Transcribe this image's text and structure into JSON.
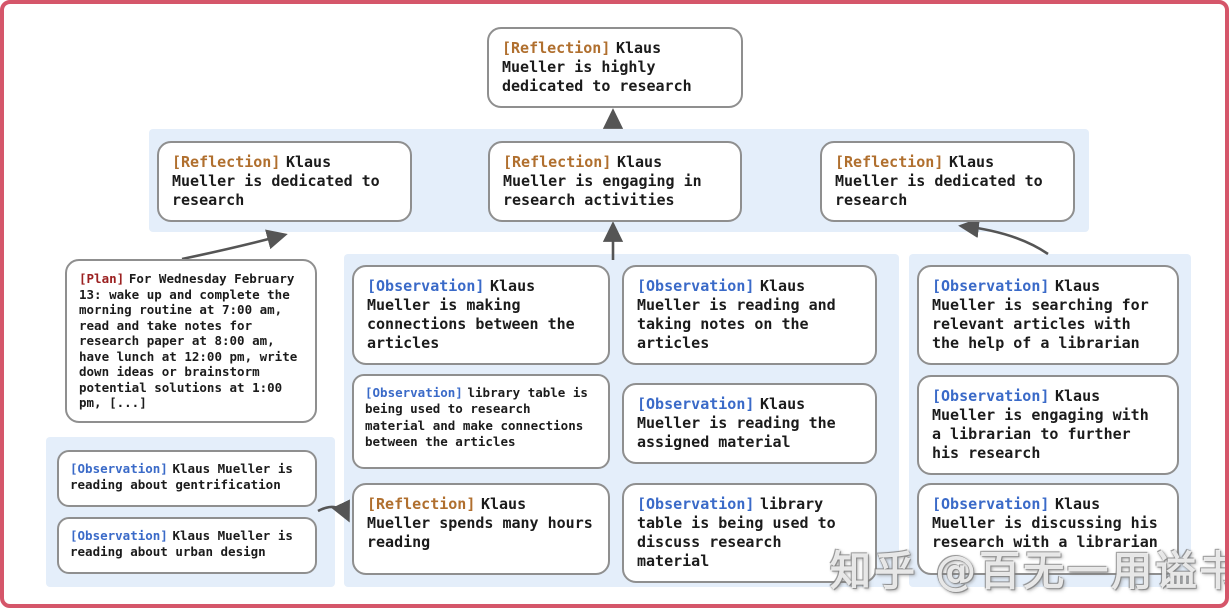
{
  "colors": {
    "frame_border": "#d5566a",
    "band_bg": "#e4eefa",
    "tag_reflection": "#b06f2e",
    "tag_plan": "#9b2020",
    "tag_observation": "#3a6ac8",
    "arrow": "#555555"
  },
  "watermark": {
    "text": "知乎 @百无一用谥书生"
  },
  "nodes": {
    "root": {
      "tag": "[Reflection]",
      "text": "Klaus Mueller is highly dedicated to research"
    },
    "refl_dedicated_left": {
      "tag": "[Reflection]",
      "text": "Klaus Mueller is dedicated to research"
    },
    "refl_engaging": {
      "tag": "[Reflection]",
      "text": "Klaus Mueller is engaging in research activities"
    },
    "refl_dedicated_right": {
      "tag": "[Reflection]",
      "text": "Klaus Mueller is dedicated to research"
    },
    "plan": {
      "tag": "[Plan]",
      "text": "For Wednesday February 13: wake up and complete the morning routine at 7:00 am, read and take notes for research paper at 8:00 am, have lunch at 12:00 pm, write down ideas or brainstorm potential solutions at 1:00 pm, [...]"
    },
    "obs_gentrification": {
      "tag": "[Observation]",
      "text": "Klaus Mueller is reading about gentrification"
    },
    "obs_urban_design": {
      "tag": "[Observation]",
      "text": "Klaus Mueller is reading about urban design"
    },
    "obs_connections": {
      "tag": "[Observation]",
      "text": "Klaus Mueller is making connections between the articles"
    },
    "obs_library_research": {
      "tag": "[Observation]",
      "text": "library table is being used to research material and make connections between the articles"
    },
    "refl_hours_reading": {
      "tag": "[Reflection]",
      "text": "Klaus Mueller spends many hours reading"
    },
    "obs_taking_notes": {
      "tag": "[Observation]",
      "text": "Klaus Mueller is reading and taking notes on the articles"
    },
    "obs_assigned_material": {
      "tag": "[Observation]",
      "text": "Klaus Mueller is reading the assigned material"
    },
    "obs_library_discuss": {
      "tag": "[Observation]",
      "text": "library table is being used to discuss research material"
    },
    "obs_searching_articles": {
      "tag": "[Observation]",
      "text": "Klaus Mueller is searching for relevant articles with the help of a librarian"
    },
    "obs_engaging_librarian": {
      "tag": "[Observation]",
      "text": "Klaus Mueller is engaging with a librarian to further his research"
    },
    "obs_discussing_librarian": {
      "tag": "[Observation]",
      "text": "Klaus Mueller is discussing his research with a librarian"
    }
  }
}
